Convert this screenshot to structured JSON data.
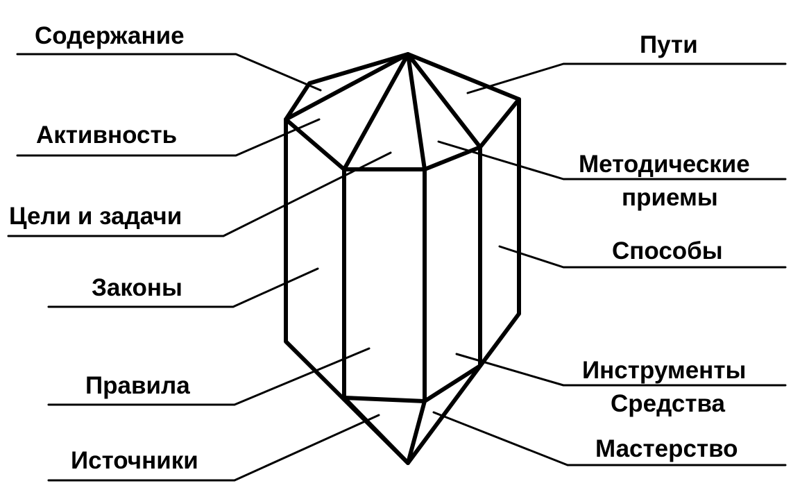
{
  "colors": {
    "line": "#000000",
    "background": "#ffffff"
  },
  "labels": {
    "left": {
      "soderzhanie": "Содержание",
      "aktivnost": "Активность",
      "tseli": "Цели и задачи",
      "zakony": "Законы",
      "pravila": "Правила",
      "istochniki": "Источники"
    },
    "right": {
      "puti": "Пути",
      "metod_line1": "Методические",
      "metod_line2": "приемы",
      "sposoby": "Способы",
      "instrumenty": "Инструменты",
      "sredstva": "Средства",
      "masterstvo": "Мастерство"
    }
  }
}
